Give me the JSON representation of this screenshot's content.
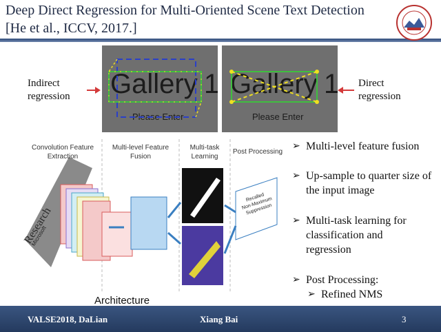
{
  "slide": {
    "title_line1": "Deep Direct Regression for Multi-Oriented Scene Text Detection",
    "title_line2": "[He et al., ICCV, 2017.]"
  },
  "images": {
    "left_word": "Gallery",
    "left_digit": "1",
    "left_sign": "Please Enter",
    "right_word": "Gallery",
    "right_digit": "1",
    "right_sign": "Please Enter"
  },
  "labels": {
    "indirect_line1": "Indirect",
    "indirect_line2": "regression",
    "direct_line1": "Direct",
    "direct_line2": "regression"
  },
  "architecture": {
    "col1_line1": "Convolution Feature",
    "col1_line2": "Extraction",
    "col2_line1": "Multi-level Feature",
    "col2_line2": "Fusion",
    "col3_line1": "Multi-task",
    "col3_line2": "Learning",
    "col4": "Post Processing",
    "input_text": "Research",
    "input_brand": "Microsoft",
    "nms_line1": "Recalled",
    "nms_line2": "Non-Maximum",
    "nms_line3": "Suppression",
    "caption": "Architecture"
  },
  "bullets": {
    "mark": "➢",
    "b1": "Multi-level feature fusion",
    "b2": "Up-sample to quarter size of the input image",
    "b3": "Multi-task learning for classification and regression",
    "b4": "Post Processing:",
    "b4_sub": "Refined NMS"
  },
  "footer": {
    "venue": "VALSE2018, DaLian",
    "author": "Xiang Bai",
    "page": "3"
  },
  "colors": {
    "footer_bg": "#2e4770",
    "arrow": "#d43a3a",
    "box_green": "#3fbf3f",
    "box_blue": "#2a3fc8",
    "box_yellow": "#f0e020"
  }
}
